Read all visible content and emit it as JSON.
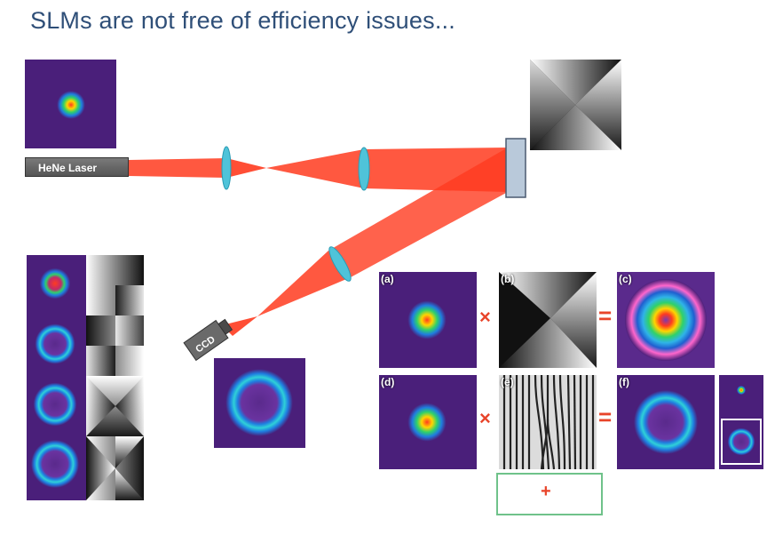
{
  "slide": {
    "title": "SLMs are not free of efficiency issues..."
  },
  "setup": {
    "laser_label": "HeNe Laser",
    "camera_label": "CCD"
  },
  "panels": {
    "a": "(a)",
    "b": "(b)",
    "c": "(c)",
    "d": "(d)",
    "e": "(e)",
    "f": "(f)"
  },
  "operators": {
    "multiply": "×",
    "equals": "=",
    "plus": "+"
  },
  "colors": {
    "beam": "#ff3b1f",
    "lens": "#4fc3d9",
    "slm": "#b9c9da",
    "title": "#2f4f78"
  }
}
